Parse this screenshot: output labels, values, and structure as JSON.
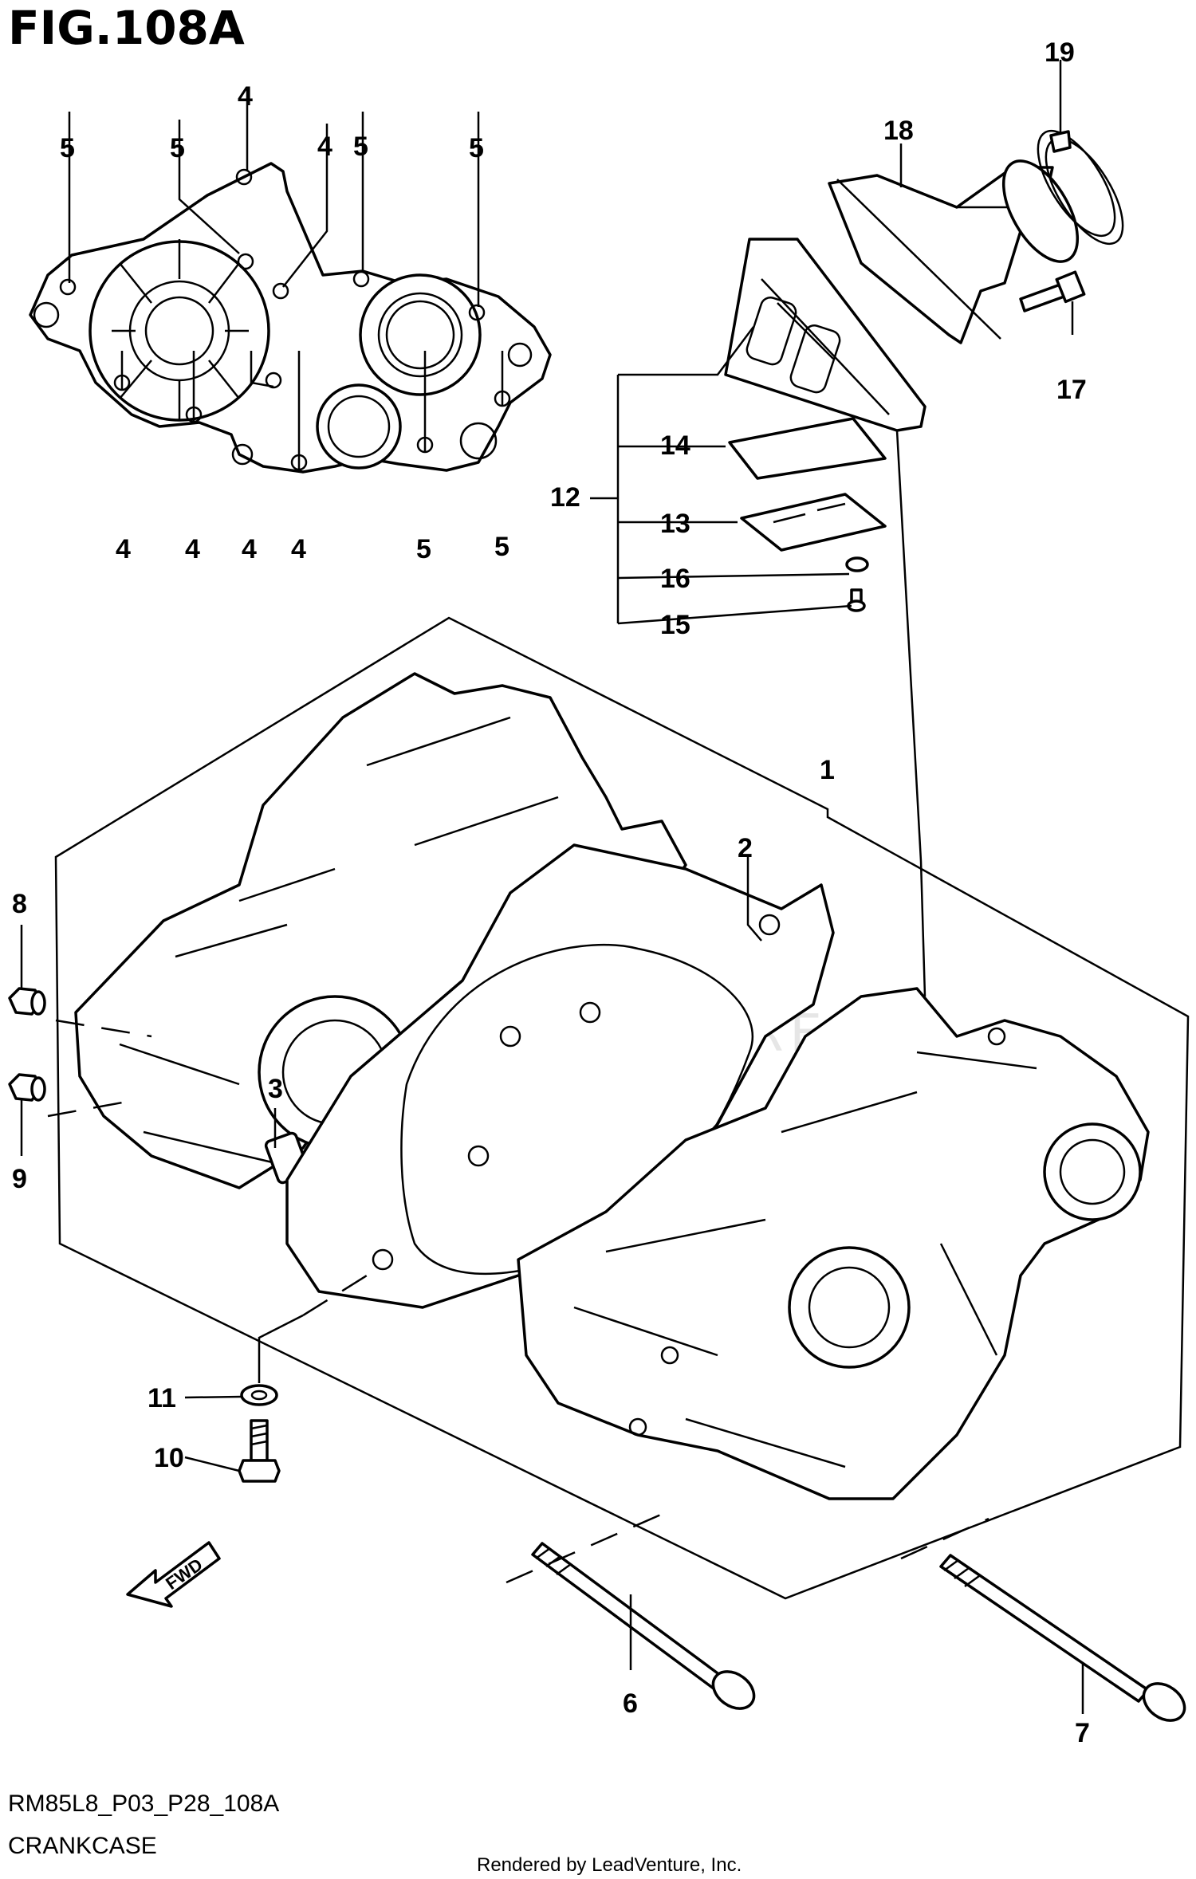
{
  "figure": {
    "title": "FIG.108A",
    "code": "RM85L8_P03_P28_108A",
    "name": "CRANKCASE",
    "credit": "Rendered by LeadVenture, Inc.",
    "fwd": "FWD"
  },
  "callouts": [
    "4",
    "5",
    "5",
    "4",
    "5",
    "5",
    "4",
    "4",
    "4",
    "4",
    "5",
    "5",
    "19",
    "18",
    "17",
    "14",
    "12",
    "13",
    "16",
    "15",
    "1",
    "2",
    "8",
    "3",
    "9",
    "11",
    "10",
    "6",
    "7"
  ]
}
